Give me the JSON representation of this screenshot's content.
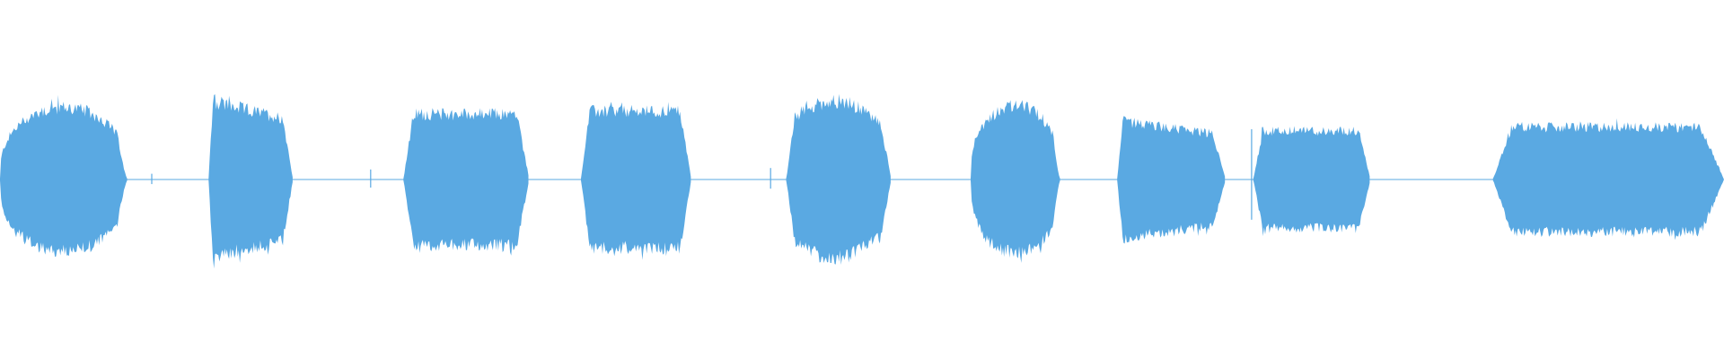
{
  "waveform": {
    "color": "#5aa9e2",
    "background": "#ffffff",
    "segments": [
      {
        "start": 0.0,
        "end": 0.074,
        "peak": 0.55,
        "profile": "rounded"
      },
      {
        "start": 0.121,
        "end": 0.17,
        "peak": 0.6,
        "profile": "decay"
      },
      {
        "start": 0.234,
        "end": 0.307,
        "peak": 0.5,
        "profile": "plateau"
      },
      {
        "start": 0.337,
        "end": 0.401,
        "peak": 0.52,
        "profile": "plateau"
      },
      {
        "start": 0.456,
        "end": 0.517,
        "peak": 0.6,
        "profile": "swell"
      },
      {
        "start": 0.563,
        "end": 0.615,
        "peak": 0.56,
        "profile": "rounded"
      },
      {
        "start": 0.648,
        "end": 0.711,
        "peak": 0.45,
        "profile": "decay"
      },
      {
        "start": 0.727,
        "end": 0.795,
        "peak": 0.37,
        "profile": "plateau"
      },
      {
        "start": 0.866,
        "end": 1.0,
        "peak": 0.4,
        "profile": "plateau"
      }
    ],
    "small_blips": [
      {
        "pos": 0.088,
        "height": 0.04
      },
      {
        "pos": 0.215,
        "height": 0.07
      },
      {
        "pos": 0.447,
        "height": 0.08
      },
      {
        "pos": 0.726,
        "height": 0.35
      }
    ]
  }
}
